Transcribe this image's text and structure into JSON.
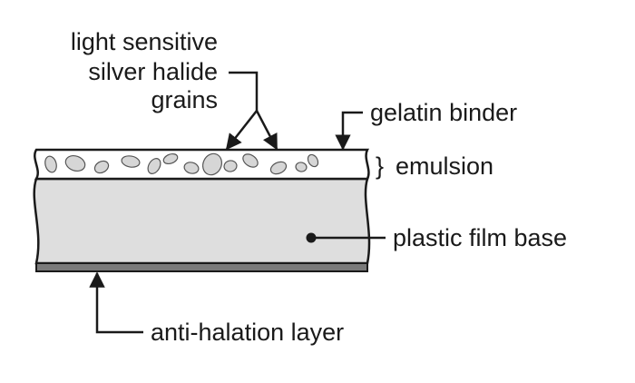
{
  "labels": {
    "grains_line1": "light sensitive",
    "grains_line2": "silver halide",
    "grains_line3": "grains",
    "gelatin_binder": "gelatin binder",
    "emulsion_brace": "}",
    "emulsion": "emulsion",
    "plastic_film_base": "plastic film base",
    "anti_halation": "anti-halation layer"
  },
  "colors": {
    "outline": "#1a1a1a",
    "emulsion_fill": "#ffffff",
    "grain_fill": "#d6d6d6",
    "base_fill": "#dedede",
    "antihalation_fill": "#7a7a7a"
  }
}
